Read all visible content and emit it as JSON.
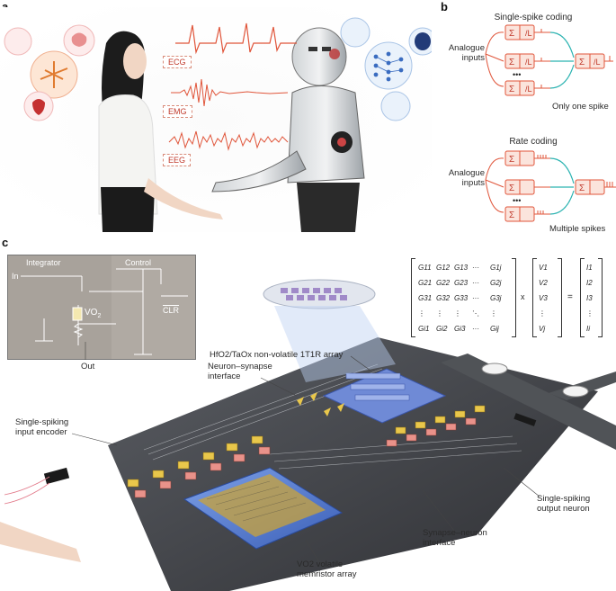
{
  "panel_a": {
    "letter": "a",
    "signals": [
      "ECG",
      "EMG",
      "EEG"
    ]
  },
  "panel_b": {
    "letter": "b",
    "single": {
      "title": "Single-spike coding",
      "inputs": "Analogue\ninputs",
      "output_note": "Only one spike"
    },
    "rate": {
      "title": "Rate coding",
      "inputs": "Analogue\ninputs",
      "output_note": "Multiple spikes"
    },
    "dots": "•••",
    "sigma": "Σ"
  },
  "panel_c": {
    "letter": "c",
    "circuit": {
      "integrator_title": "Integrator",
      "control_title": "Control",
      "in_label": "In",
      "out_label": "Out",
      "vo2_label": "VO",
      "vo2_sub": "2",
      "clr_label": "CLR"
    },
    "matrix": {
      "g_rows": [
        [
          "G11",
          "G12",
          "G13",
          "···",
          "G1j"
        ],
        [
          "G21",
          "G22",
          "G23",
          "···",
          "G2j"
        ],
        [
          "G31",
          "G32",
          "G33",
          "···",
          "G3j"
        ],
        [
          "⋮",
          "⋮",
          "⋮",
          "⋱",
          "⋮"
        ],
        [
          "Gi1",
          "Gi2",
          "Gi3",
          "···",
          "Gij"
        ]
      ],
      "v_vector": [
        "V1",
        "V2",
        "V3",
        "⋮",
        "Vj"
      ],
      "i_vector": [
        "I1",
        "I2",
        "I3",
        "⋮",
        "Ii"
      ],
      "times": "x",
      "equals": "="
    },
    "labels": {
      "hfo2": "HfO2/TaOx non-volatile 1T1R array",
      "neuron_synapse": "Neuron–synapse\ninterface",
      "input_encoder": "Single-spiking\ninput encoder",
      "output_neuron": "Single-spiking\noutput neuron",
      "synapse_neuron": "Synapse–neuron\ninterface",
      "vo2_array": "VO2 volatile\nmemristor array"
    }
  },
  "colors": {
    "accent_red": "#e0553a",
    "teal": "#2bb3b1",
    "chip_dark": "#3a3a3e",
    "array_blue": "#5a78c8",
    "gold": "#d8b640"
  }
}
